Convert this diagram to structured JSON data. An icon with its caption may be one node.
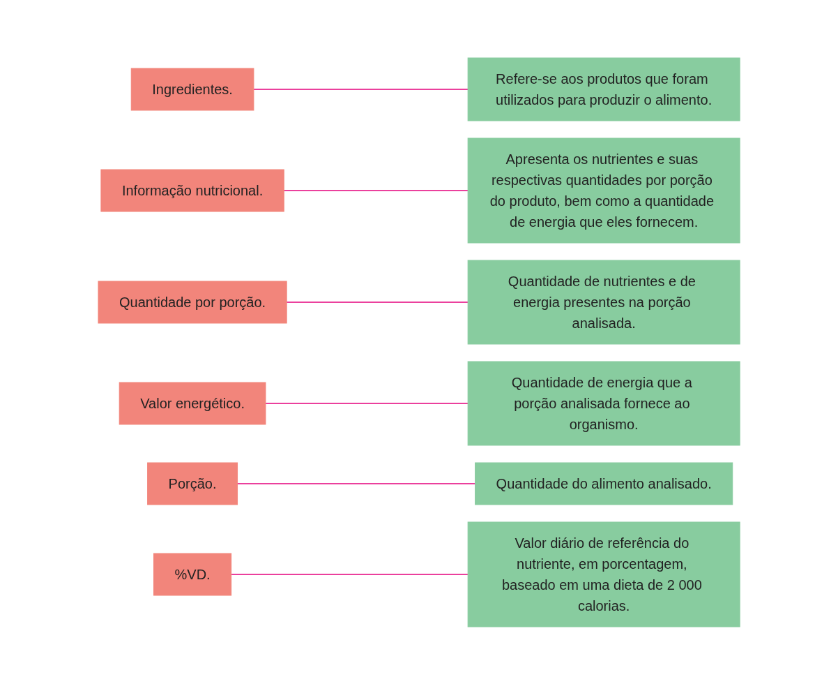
{
  "diagram": {
    "nodes": [
      {
        "text": [
          "Ingredientes."
        ]
      },
      {
        "text": [
          "Informação nutricional."
        ]
      },
      {
        "text": [
          "Quantidade por porção."
        ]
      },
      {
        "text": [
          "Valor energético."
        ]
      },
      {
        "text": [
          "Porção."
        ]
      },
      {
        "text": [
          "%VD."
        ]
      },
      {
        "text": [
          "Apresenta os nutrientes e suas respectivas quantidades por porção do produto, bem como a quantidade de energia que eles fornecem."
        ]
      },
      {
        "text": [
          "Refere-se aos produtos que foram utilizados para produzir o alimento."
        ]
      },
      {
        "text": [
          "Quantidade do alimento analisado."
        ]
      },
      {
        "text": [
          "Valor diário de referência do nutriente, em porcentagem, baseado em uma dieta de 2 000 calorias."
        ]
      },
      {
        "text": [
          "Quantidade de nutrientes e de energia presentes na porção analisada."
        ]
      },
      {
        "text": [
          "Quantidade de energia que a porção analisada fornece ao organismo."
        ]
      }
    ],
    "edges": [
      {
        "from": 0,
        "to": 7,
        "arrow": "none"
      },
      {
        "from": 1,
        "to": 6,
        "arrow": "none"
      },
      {
        "from": 2,
        "to": 10,
        "arrow": "none"
      },
      {
        "from": 3,
        "to": 11,
        "arrow": "none"
      },
      {
        "from": 4,
        "to": 8,
        "arrow": "none"
      },
      {
        "from": 5,
        "to": 9,
        "arrow": "none"
      }
    ]
  }
}
